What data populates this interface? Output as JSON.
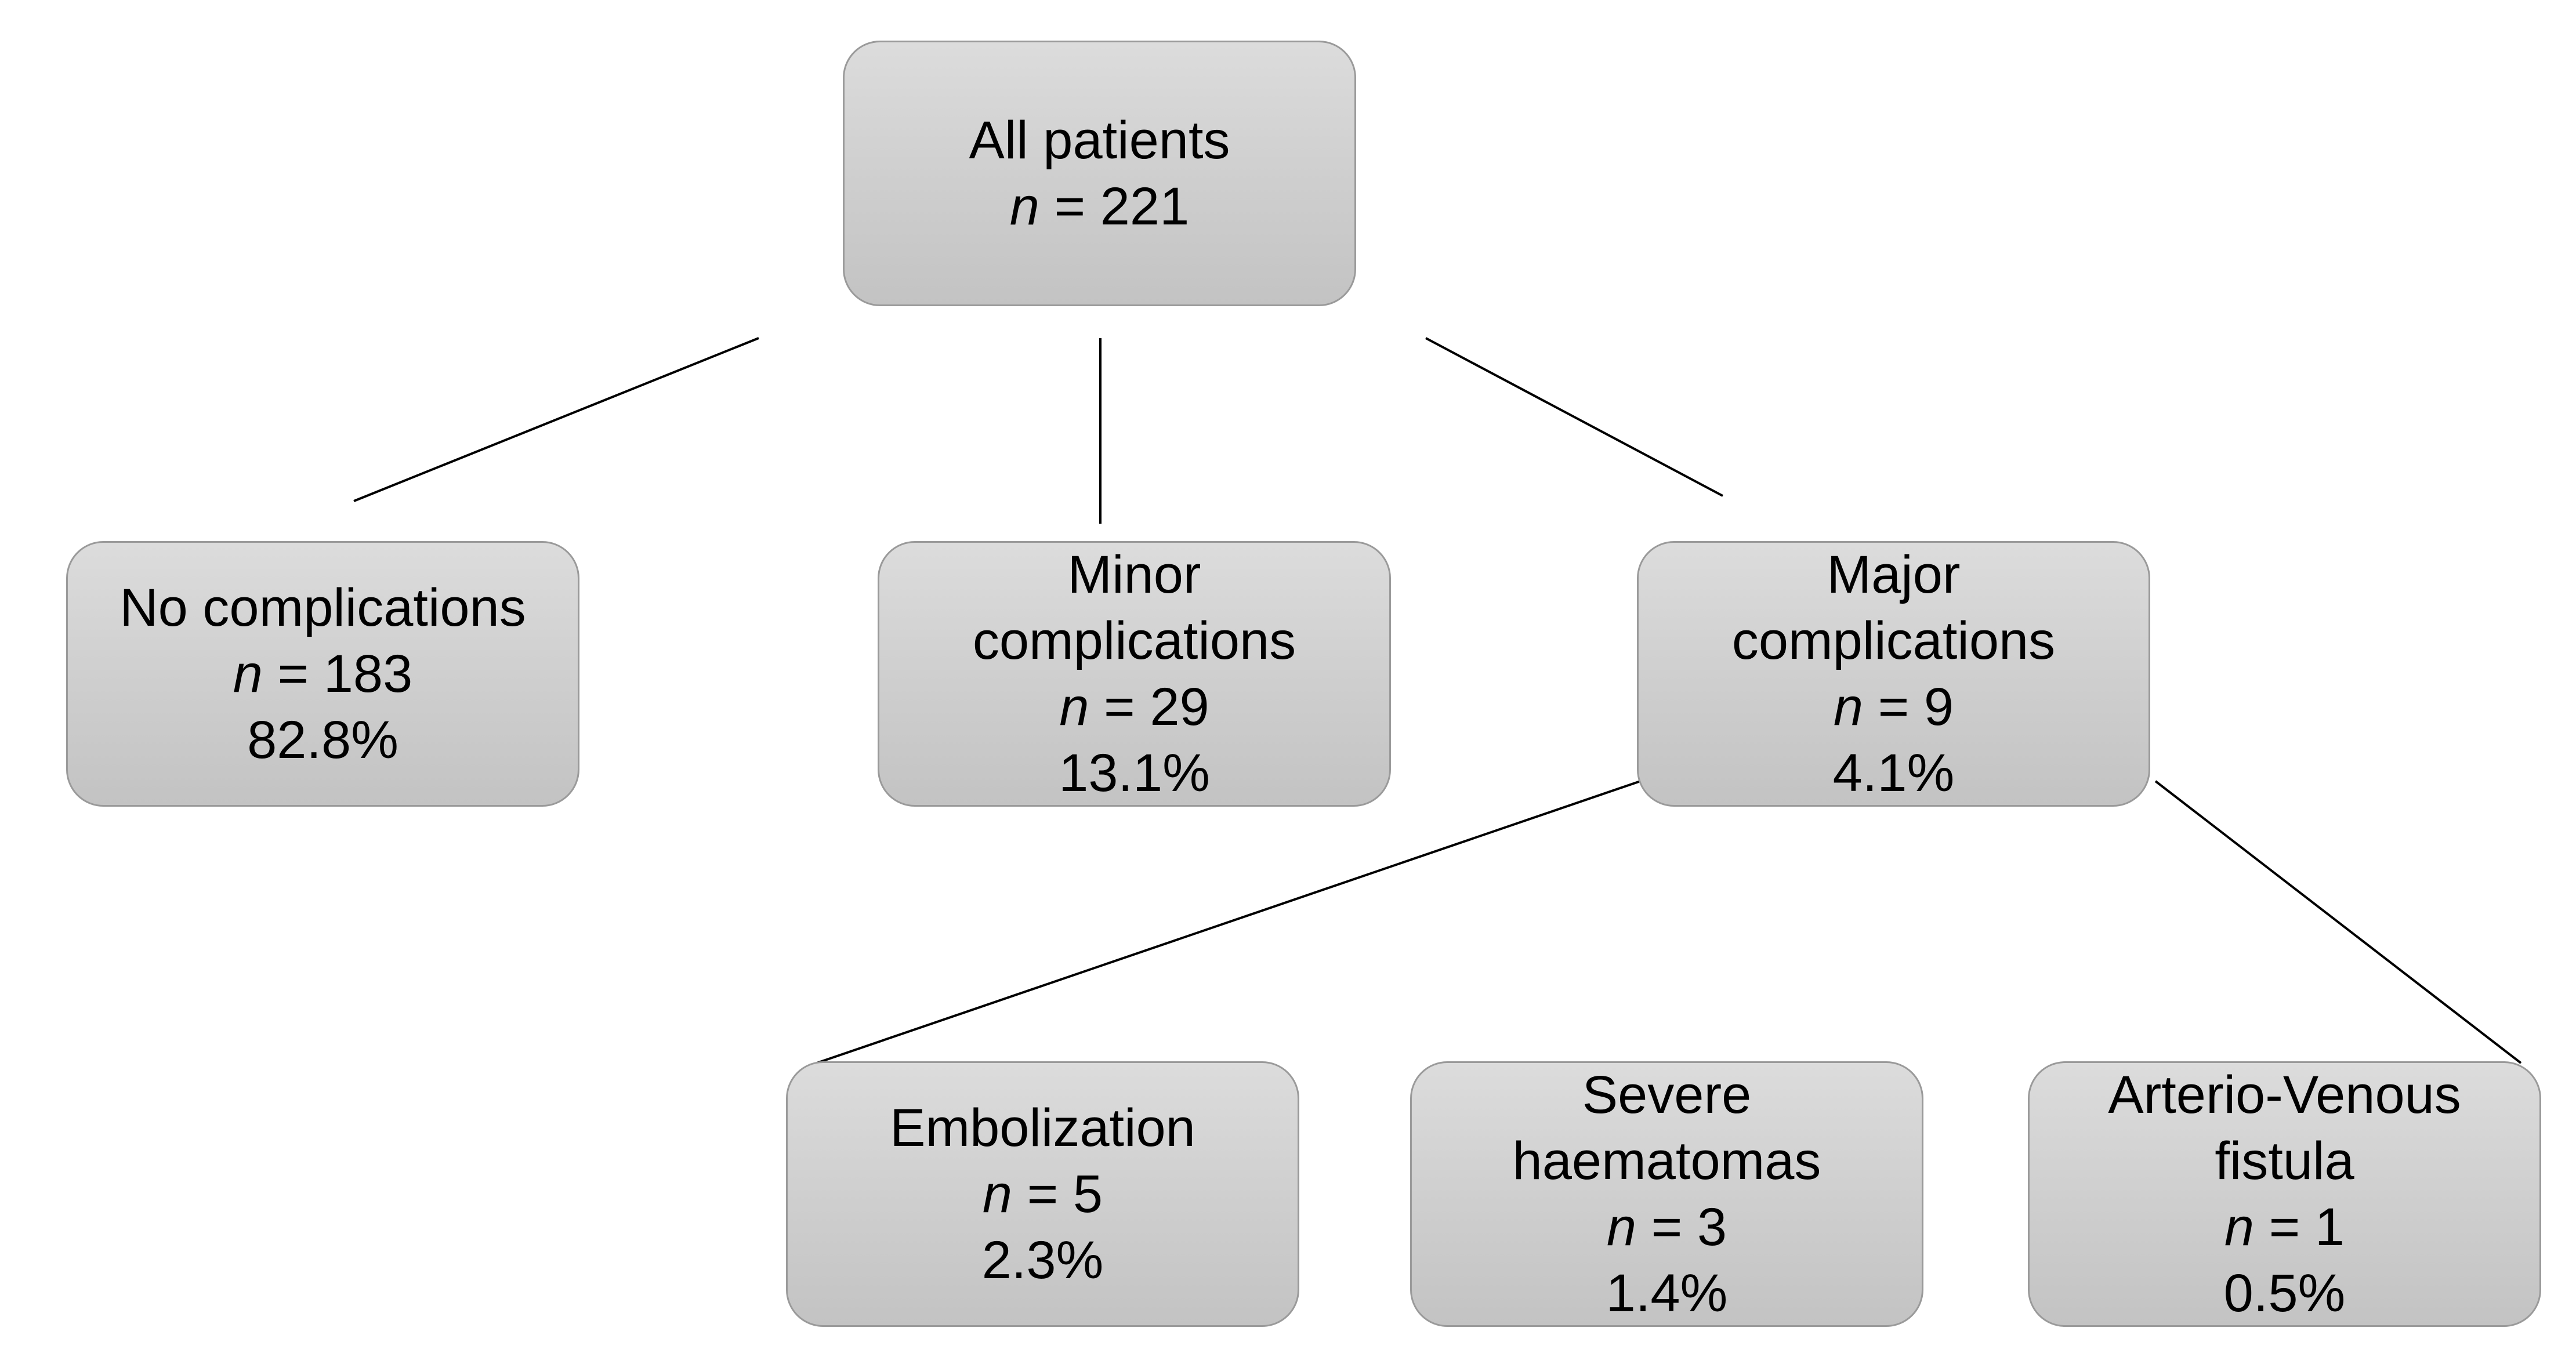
{
  "nodes": {
    "root": {
      "title": "All patients",
      "n_var": "n",
      "n_rest": " = 221"
    },
    "none": {
      "title": "No complications",
      "n_var": "n",
      "n_rest": " = 183",
      "percent": "82.8%"
    },
    "minor": {
      "title_1": "Minor",
      "title_2": "complications",
      "n_var": "n",
      "n_rest": " = 29",
      "percent": "13.1%"
    },
    "major": {
      "title_1": "Major",
      "title_2": "complications",
      "n_var": "n",
      "n_rest": " = 9",
      "percent": "4.1%"
    },
    "embol": {
      "title": "Embolization",
      "n_var": "n",
      "n_rest": " = 5",
      "percent": "2.3%"
    },
    "haem": {
      "title_1": "Severe",
      "title_2": "haematomas",
      "n_var": "n",
      "n_rest": " = 3",
      "percent": "1.4%"
    },
    "avf": {
      "title_1": "Arterio-Venous",
      "title_2": "fistula",
      "n_var": "n",
      "n_rest": " = 1",
      "percent": "0.5%"
    }
  },
  "colors": {
    "box_fill_top": "#dcdcdc",
    "box_fill_bottom": "#c3c3c3",
    "box_border": "#9a9a9a",
    "connector": "#000000",
    "text": "#000000"
  }
}
